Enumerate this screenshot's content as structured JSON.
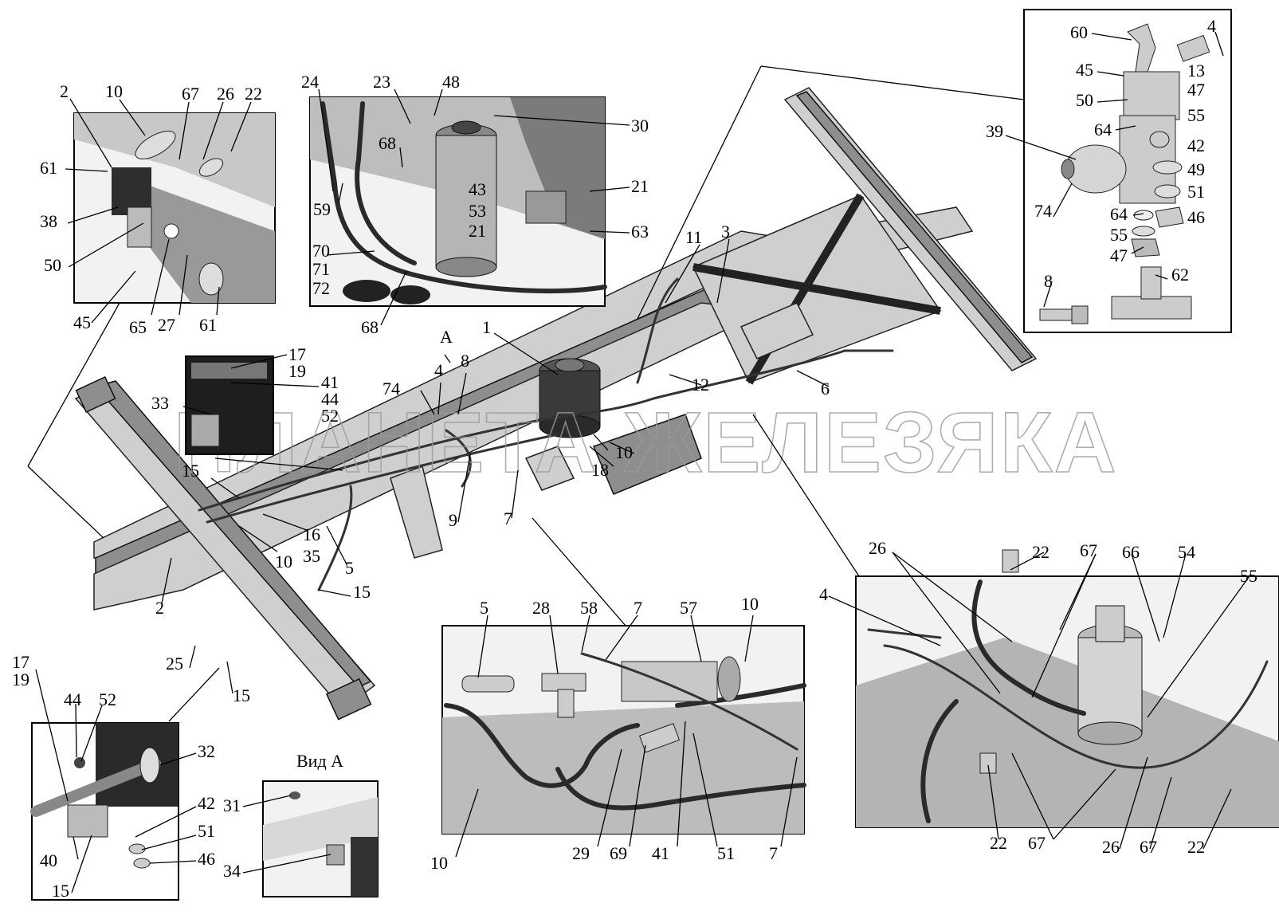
{
  "callouts_detail_top_left": [
    "2",
    "10",
    "67",
    "26",
    "22",
    "61",
    "38",
    "50",
    "45",
    "65",
    "27",
    "61"
  ],
  "callouts_detail_top_mid": [
    "24",
    "23",
    "48",
    "30",
    "68",
    "21",
    "59",
    "43",
    "53",
    "21",
    "63",
    "70",
    "71",
    "72",
    "68"
  ],
  "callouts_detail_top_right": [
    "60",
    "4",
    "45",
    "13",
    "47",
    "50",
    "55",
    "64",
    "39",
    "42",
    "49",
    "74",
    "51",
    "64",
    "46",
    "55",
    "47",
    "8",
    "62"
  ],
  "callouts_detail_a_inset": [
    "17",
    "19",
    "41",
    "44",
    "52",
    "33"
  ],
  "callouts_main_assembly": [
    "1",
    "11",
    "3",
    "A",
    "8",
    "4",
    "74",
    "12",
    "6",
    "10",
    "18",
    "15",
    "9",
    "7",
    "16",
    "10",
    "35",
    "5",
    "2",
    "15",
    "25",
    "15"
  ],
  "callouts_detail_bottom_left": [
    "17",
    "19",
    "44",
    "52",
    "32",
    "42",
    "40",
    "51",
    "46",
    "15"
  ],
  "view_a": {
    "title": "Вид А",
    "callouts": [
      "31",
      "34"
    ]
  },
  "callouts_detail_bottom_mid": [
    "5",
    "28",
    "58",
    "7",
    "57",
    "10",
    "10",
    "29",
    "69",
    "41",
    "51",
    "7"
  ],
  "callouts_detail_bottom_right": [
    "26",
    "22",
    "67",
    "66",
    "54",
    "55",
    "4",
    "22",
    "67",
    "26",
    "67",
    "22"
  ],
  "watermark": "ПЛАНЕТА ЖЕЛЕЗЯКА",
  "colors": {
    "line": "#000000",
    "panel_bg": "#f2f2f2",
    "metal_light": "#cfcfcf",
    "metal_dark": "#8e8e8e",
    "watermark": "#9a9a9a"
  }
}
